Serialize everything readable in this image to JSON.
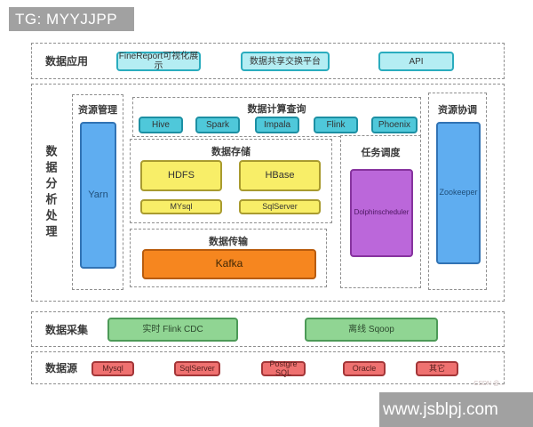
{
  "page": {
    "title_tag": "TG: MYYJJPP",
    "site_bar": "www.jsblpj.com",
    "watermark": "CSDN @..."
  },
  "colors": {
    "header_bar": "#a1a1a1",
    "app_box": "#b4edf3",
    "compute_box": "#4fc8da",
    "storage_box": "#f8ee68",
    "resource_box": "#5fadf0",
    "scheduler_box": "#bb67da",
    "transport_box": "#f6861f",
    "collection_box": "#90d593",
    "source_box": "#ef7170"
  },
  "app_layer": {
    "label": "数据应用",
    "items": [
      "FineReport可视化展示",
      "数据共享交换平台",
      "API"
    ]
  },
  "processing_layer": {
    "label": "数据分析处理",
    "resource_management": {
      "title": "资源管理",
      "item": "Yarn"
    },
    "compute_query": {
      "title": "数据计算查询",
      "items": [
        "Hive",
        "Spark",
        "Impala",
        "Flink",
        "Phoenix"
      ]
    },
    "storage": {
      "title": "数据存储",
      "primary": [
        "HDFS",
        "HBase"
      ],
      "secondary": [
        "MYsql",
        "SqlServer"
      ]
    },
    "task_scheduling": {
      "title": "任务调度",
      "item": "Dolphinscheduler"
    },
    "transmission": {
      "title": "数据传输",
      "item": "Kafka"
    },
    "coordination": {
      "title": "资源协调",
      "item": "Zookeeper"
    }
  },
  "collection_layer": {
    "label": "数据采集",
    "items": [
      "实时 Flink CDC",
      "离线 Sqoop"
    ]
  },
  "source_layer": {
    "label": "数据源",
    "items": [
      "Mysql",
      "SqlServer",
      "Postgre SQL",
      "Oracle",
      "其它"
    ]
  }
}
